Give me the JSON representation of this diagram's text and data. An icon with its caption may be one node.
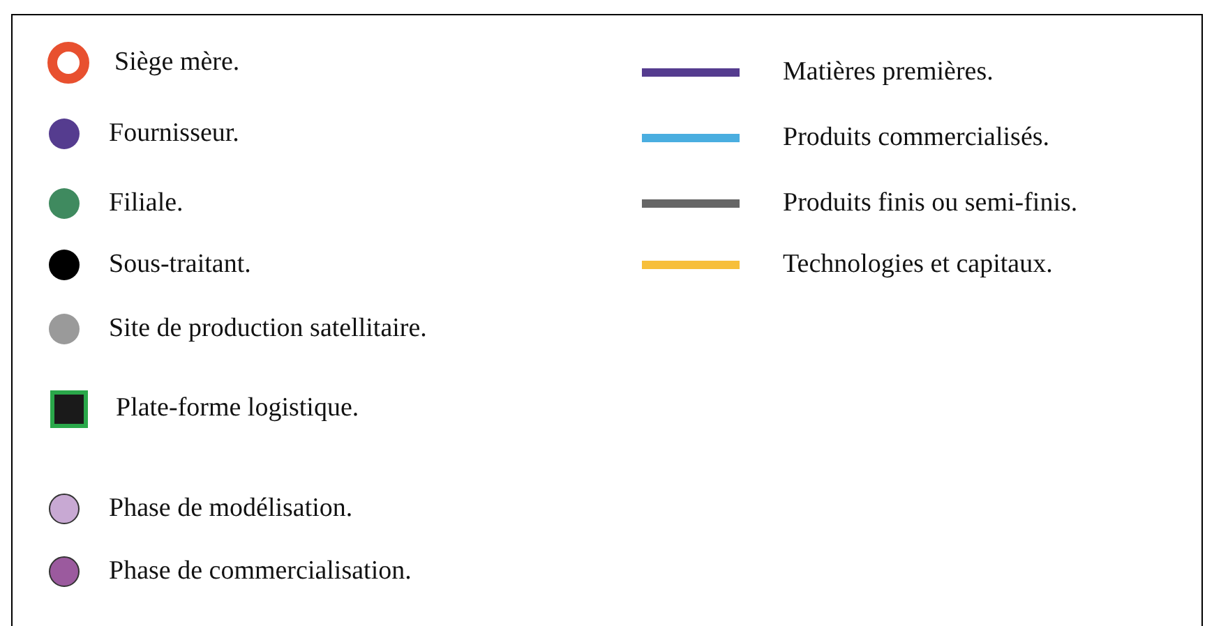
{
  "diagram": {
    "legend": [
      {
        "text": "Siège mère.",
        "color": "#e8502f"
      },
      {
        "text": "Fournisseur.",
        "color": "#553c8f"
      },
      {
        "text": "Filiale.",
        "color": "#3f8a5f"
      },
      {
        "text": "Sous-traitant.",
        "color": "#000000"
      },
      {
        "text": "Site de production satellitaire.",
        "color": "#9a9a9a"
      },
      {
        "text": "Plate-forme logistique.",
        "color": "#1a1a1a"
      },
      {
        "text": "Phase de modélisation.",
        "color": "#c8a9d3"
      },
      {
        "text": "Phase de commercialisation.",
        "color": "#9b5a9e"
      },
      {
        "text": "Matières premières.",
        "color": "#553c8f"
      },
      {
        "text": "Produits commercialisés.",
        "color": "#4aaee0"
      },
      {
        "text": "Produits finis ou semi-finis.",
        "color": "#666666"
      },
      {
        "text": "Technologies et capitaux.",
        "color": "#f7bf3a"
      }
    ]
  }
}
